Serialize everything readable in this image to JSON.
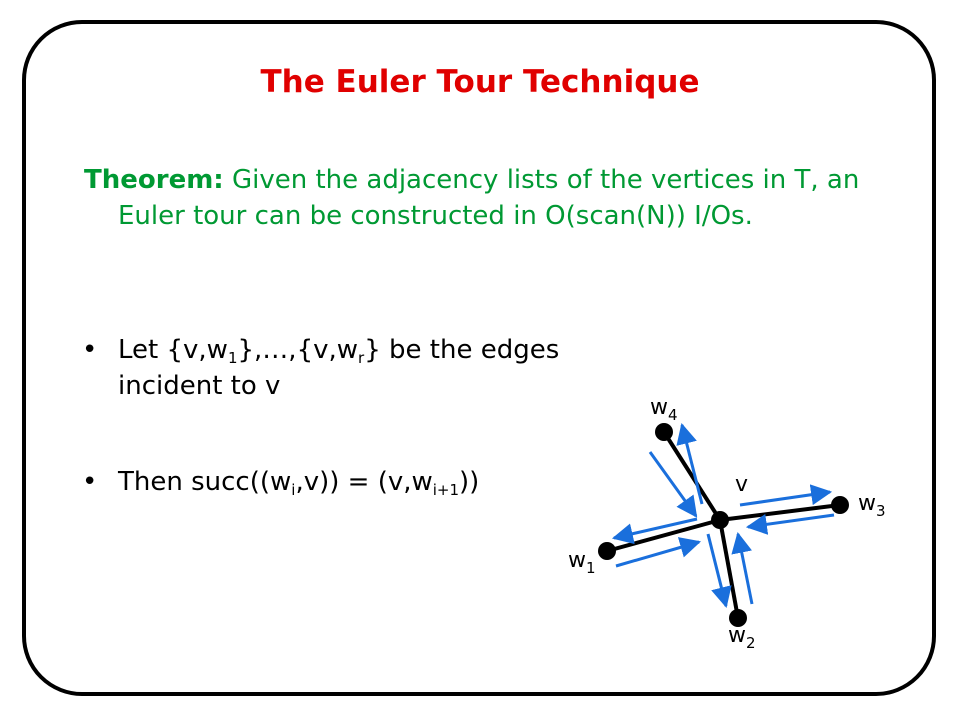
{
  "slide": {
    "title": "The Euler Tour Technique",
    "theorem": {
      "lead": "Theorem:",
      "text": "Given the adjacency lists of the vertices in T, an Euler tour can be constructed in O(scan(N)) I/Os."
    },
    "bullets": [
      {
        "glyph": "•",
        "parts": [
          "Let {v,w",
          "1",
          "},…,{v,w",
          "r",
          "} be the edges incident to v"
        ]
      },
      {
        "glyph": "•",
        "parts": [
          "Then succ((w",
          "i",
          ",v)) = (v,w",
          "i+1",
          "))"
        ]
      }
    ]
  },
  "diagram": {
    "center_label": "v",
    "nodes": [
      {
        "letter": "w",
        "index": "4"
      },
      {
        "letter": "w",
        "index": "3"
      },
      {
        "letter": "w",
        "index": "1"
      },
      {
        "letter": "w",
        "index": "2"
      }
    ],
    "colors": {
      "edge": "#000000",
      "tour_arrow": "#1a6fdc",
      "node": "#000000"
    }
  }
}
